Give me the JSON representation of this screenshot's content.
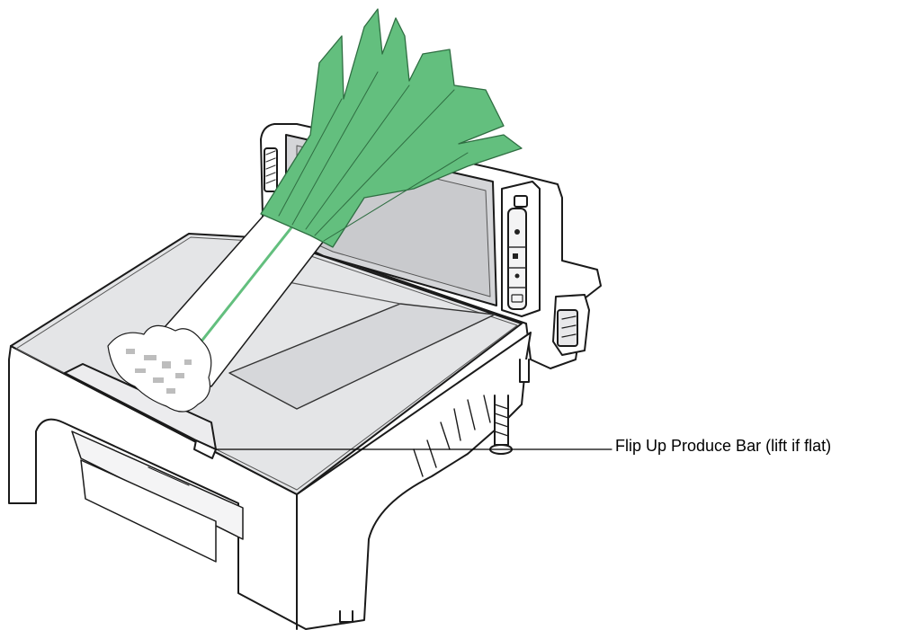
{
  "callout": {
    "label": "Flip Up Produce Bar (lift if flat)"
  },
  "colors": {
    "leek_green": "#63bf7e",
    "leek_green_dark": "#3d8f55",
    "scanner_top": "#e4e5e7",
    "scanner_body": "#ffffff",
    "outline": "#1a1a1a",
    "window_gray": "#d4d5d8"
  },
  "icons": [
    "scanner-body",
    "leek-vegetable",
    "produce-bar",
    "scale-foot",
    "control-buttons"
  ]
}
